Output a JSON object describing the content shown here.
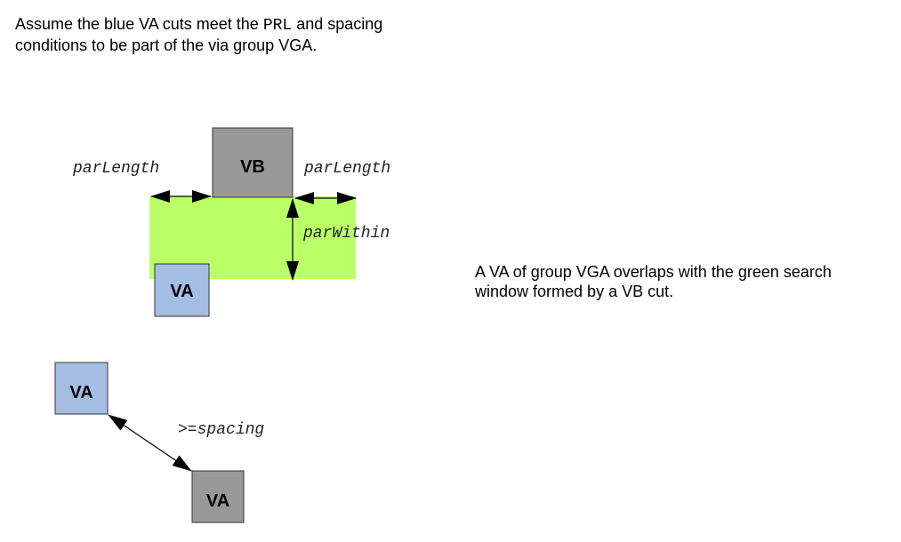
{
  "intro": {
    "part1": "Assume the blue VA cuts meet the ",
    "code": "PRL",
    "part2": " and spacing conditions to be part of the via group VGA."
  },
  "note": "A VA of group VGA overlaps with the green search window formed by a VB cut.",
  "diagram1": {
    "vb_label": "VB",
    "va_label": "VA",
    "par_length_left": "parLength",
    "par_length_right": "parLength",
    "par_within": "parWithin"
  },
  "diagram2": {
    "va_blue_label": "VA",
    "va_gray_label": "VA",
    "spacing_prefix": ">=",
    "spacing_label": "spacing"
  },
  "colors": {
    "search_window": "#bbff66",
    "va_blue": "#a6bde3",
    "cut_gray": "#999999",
    "outline": "#333333"
  }
}
